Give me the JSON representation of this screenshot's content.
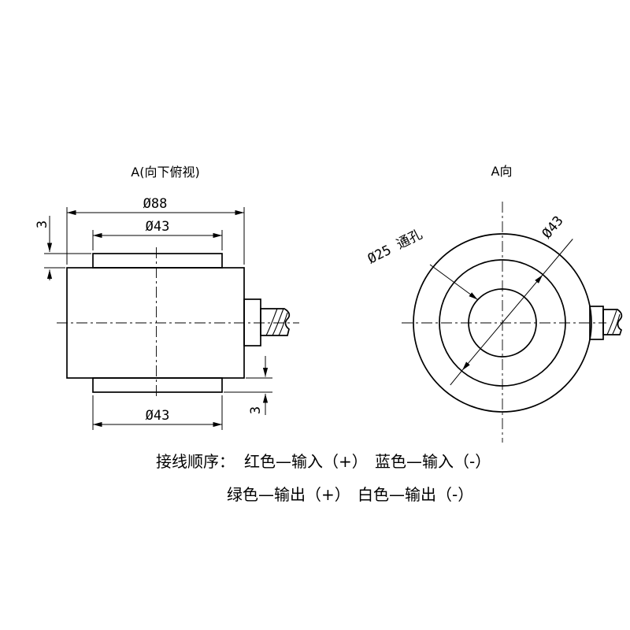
{
  "canvas": {
    "background": "#ffffff",
    "line_color": "#000000"
  },
  "views": {
    "top_view_label": "A(向下俯视)",
    "side_view_label": "A向"
  },
  "dimensions": {
    "outer_diameter": "Ø88",
    "top_boss_diameter": "Ø43",
    "bottom_boss_diameter": "Ø43",
    "top_boss_height": "3",
    "bottom_boss_height": "3",
    "view_a_diameter": "Ø43",
    "through_hole": "Ø25 通孔"
  },
  "wiring": {
    "title": "接线顺序：",
    "red": "红色—输入（+）",
    "blue": "蓝色—输入（-）",
    "green": "绿色—输出（+）",
    "white": "白色—输出（-）"
  }
}
